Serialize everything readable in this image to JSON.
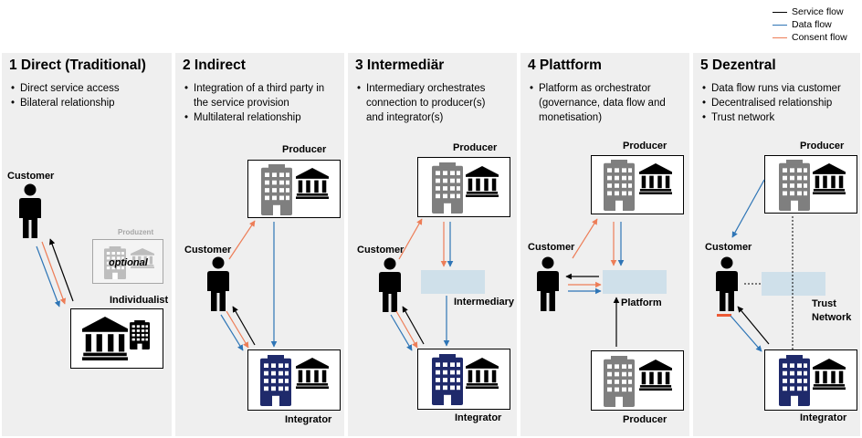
{
  "legend": {
    "items": [
      {
        "label": "Service flow",
        "color": "#000000"
      },
      {
        "label": "Data flow",
        "color": "#2e75b6"
      },
      {
        "label": "Consent flow",
        "color": "#ed7d57"
      }
    ]
  },
  "colors": {
    "service": "#000000",
    "data": "#2e75b6",
    "consent": "#ed7d57",
    "producer_building": "#7f7f7f",
    "integrator_building": "#1f2a6b",
    "individualist_building": "#000000",
    "platform_bar": "#cfe0ea",
    "panel_bg": "#efefef"
  },
  "icons": {
    "person": "person-icon",
    "office": "office-building-icon",
    "institution": "bank-building-icon"
  },
  "panels": [
    {
      "title": "1  Direct (Traditional)",
      "bullets": [
        "Direct service access",
        "Bilateral relationship"
      ],
      "labels": {
        "customer": "Customer",
        "producer": "Produzent",
        "optional": "optional",
        "integrator": "Individualist"
      }
    },
    {
      "title": "2  Indirect",
      "bullets": [
        "Integration of a third party in",
        "the service provision",
        "Multilateral relationship"
      ],
      "labels": {
        "customer": "Customer",
        "producer": "Producer",
        "integrator": "Integrator"
      }
    },
    {
      "title": "3  Intermediär",
      "bullets": [
        "Intermediary orchestrates",
        "connection to producer(s)",
        "and integrator(s)"
      ],
      "labels": {
        "customer": "Customer",
        "producer": "Producer",
        "intermediary": "Intermediary",
        "integrator": "Integrator"
      }
    },
    {
      "title": "4  Plattform",
      "bullets": [
        "Platform as orchestrator",
        "(governance, data flow and",
        "monetisation)"
      ],
      "labels": {
        "customer": "Customer",
        "producer_top": "Producer",
        "platform": "Platform",
        "producer_bottom": "Producer"
      }
    },
    {
      "title": "5  Dezentral",
      "bullets": [
        "Data flow runs via customer",
        "Decentralised relationship",
        "Trust network"
      ],
      "labels": {
        "customer": "Customer",
        "producer": "Producer",
        "trust_line1": "Trust",
        "trust_line2": "Network",
        "integrator": "Integrator"
      }
    }
  ]
}
